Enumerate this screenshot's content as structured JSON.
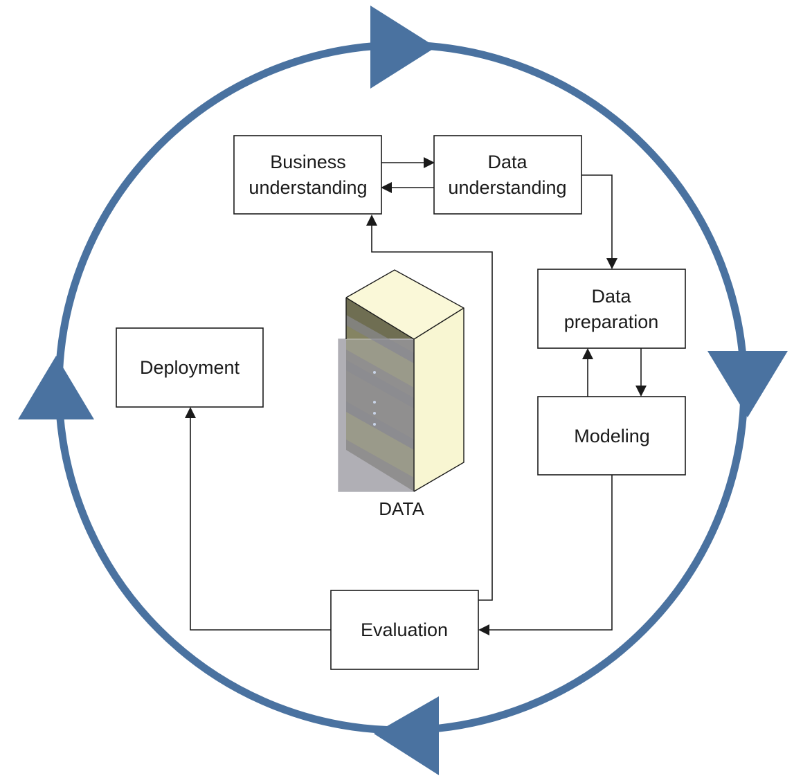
{
  "colors": {
    "cycle": "#4a72a0",
    "stroke": "#1a1a1a",
    "box_fill": "#ffffff",
    "rack_top": "#faf8d8",
    "rack_side": "#f8f6d2",
    "rack_front": "#9a98a0"
  },
  "diagram": {
    "boxes": {
      "business_understanding": {
        "line1": "Business",
        "line2": "understanding"
      },
      "data_understanding": {
        "line1": "Data",
        "line2": "understanding"
      },
      "data_preparation": {
        "line1": "Data",
        "line2": "preparation"
      },
      "modeling": {
        "label": "Modeling"
      },
      "evaluation": {
        "label": "Evaluation"
      },
      "deployment": {
        "label": "Deployment"
      }
    },
    "data_label": "DATA"
  }
}
